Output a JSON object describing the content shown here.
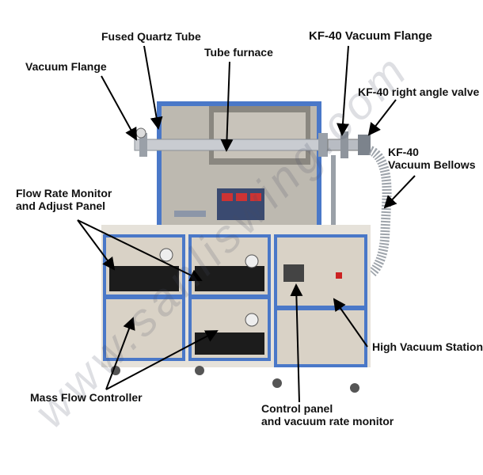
{
  "labels": {
    "fused_quartz_tube": "Fused Quartz Tube",
    "tube_furnace": "Tube furnace",
    "vacuum_flange": "Vacuum Flange",
    "kf40_vacuum_flange": "KF-40 Vacuum Flange",
    "kf40_right_angle_valve": "KF-40 right angle valve",
    "kf40_bellows_line1": "KF-40",
    "kf40_bellows_line2": "Vacuum Bellows",
    "flow_rate_line1": "Flow Rate Monitor",
    "flow_rate_line2": "and Adjust Panel",
    "high_vacuum_station": "High Vacuum Station",
    "mass_flow_controller": "Mass Flow Controller",
    "control_panel_line1": "Control panel",
    "control_panel_line2": "and vacuum rate monitor"
  },
  "watermark": "www.sanliswing.com",
  "colors": {
    "frame_blue": "#4a78c8",
    "cabinet_beige": "#d9d2c6",
    "panel_black": "#1c1c1c",
    "steel": "#a9adb3"
  }
}
